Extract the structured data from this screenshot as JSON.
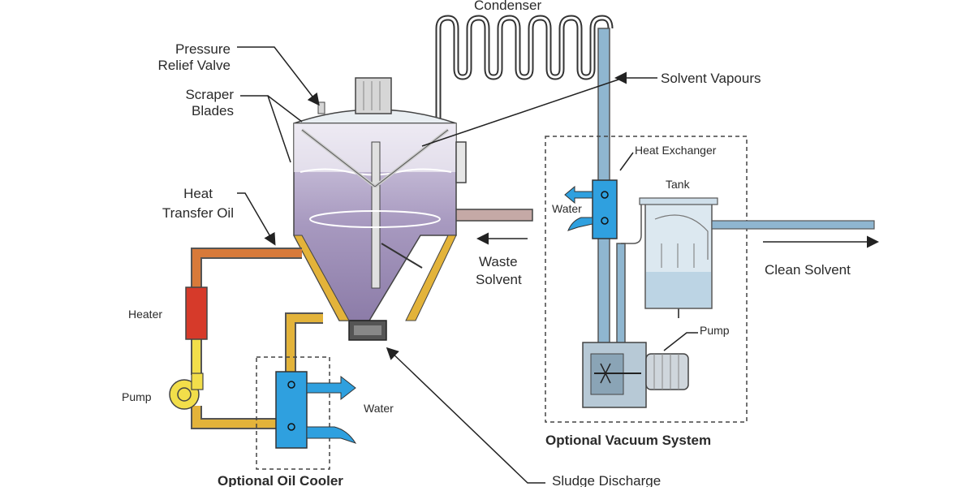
{
  "labels": {
    "condenser": "Condenser",
    "pressure_relief_line1": "Pressure",
    "pressure_relief_line2": "Relief Valve",
    "scraper_line1": "Scraper",
    "scraper_line2": "Blades",
    "solvent_vapours": "Solvent Vapours",
    "heat_exchanger": "Heat Exchanger",
    "tank": "Tank",
    "water_vacuum": "Water",
    "heat_line1": "Heat",
    "heat_line2": "Transfer Oil",
    "waste_line1": "Waste",
    "waste_line2": "Solvent",
    "clean_solvent": "Clean Solvent",
    "heater": "Heater",
    "pump_vacuum": "Pump",
    "pump_oil": "Pump",
    "water_oil": "Water",
    "optional_vacuum": "Optional Vacuum System",
    "optional_oil_cooler": "Optional Oil Cooler",
    "sludge_discharge": "Sludge Discharge"
  },
  "colors": {
    "vessel_liquid": "#a89ac0",
    "oil_hot": "#d87a3a",
    "oil_warm": "#e3b33a",
    "oil_yellow": "#f2de4a",
    "heater_red": "#d63a2a",
    "exchanger_blue": "#2fa0df",
    "pipe_blue": "#8fb6d0",
    "tank_water": "#bcd4e4",
    "waste_pipe": "#c5a9a6"
  }
}
